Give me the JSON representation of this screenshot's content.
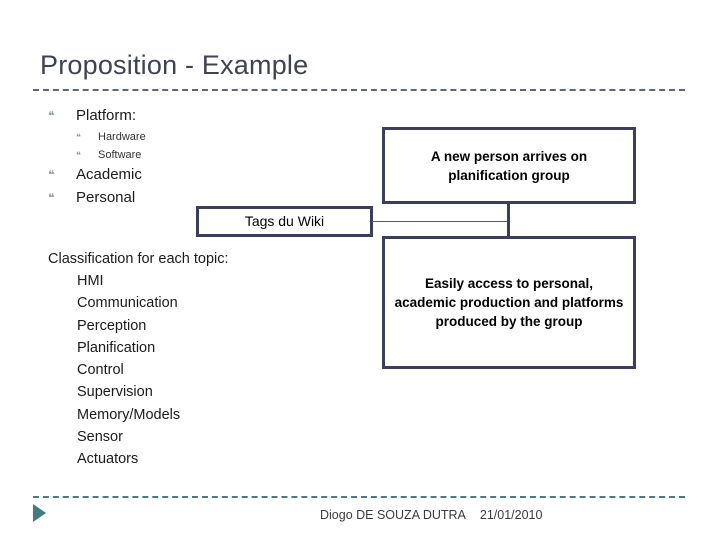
{
  "slide": {
    "title": "Proposition - Example",
    "bullets": [
      {
        "level": 1,
        "marker": "❝",
        "text": "Platform:"
      },
      {
        "level": 2,
        "marker": "❝",
        "text": "Hardware"
      },
      {
        "level": 2,
        "marker": "❝",
        "text": "Software"
      },
      {
        "level": 1,
        "marker": "❝",
        "text": "Academic"
      },
      {
        "level": 1,
        "marker": "❝",
        "text": "Personal"
      }
    ],
    "classification": {
      "heading": "Classification for each topic:",
      "items": [
        "HMI",
        "Communication",
        "Perception",
        "Planification",
        "Control",
        "Supervision",
        "Memory/Models",
        "Sensor",
        "Actuators"
      ]
    },
    "flow": {
      "new_person_box": "A new person arrives on planification group",
      "tags_box": "Tags du Wiki",
      "easily_access_box": "Easily access to personal, academic production and platforms produced by the group"
    },
    "footer": {
      "author": "Diogo DE SOUZA DUTRA",
      "date": "21/01/2010"
    },
    "colors": {
      "title": "#3d4450",
      "title_rule": "#5b6878",
      "box_border": "#3b3f5c",
      "footer_accent": "#417c80",
      "bullet_marker": "#8f9bab"
    }
  }
}
